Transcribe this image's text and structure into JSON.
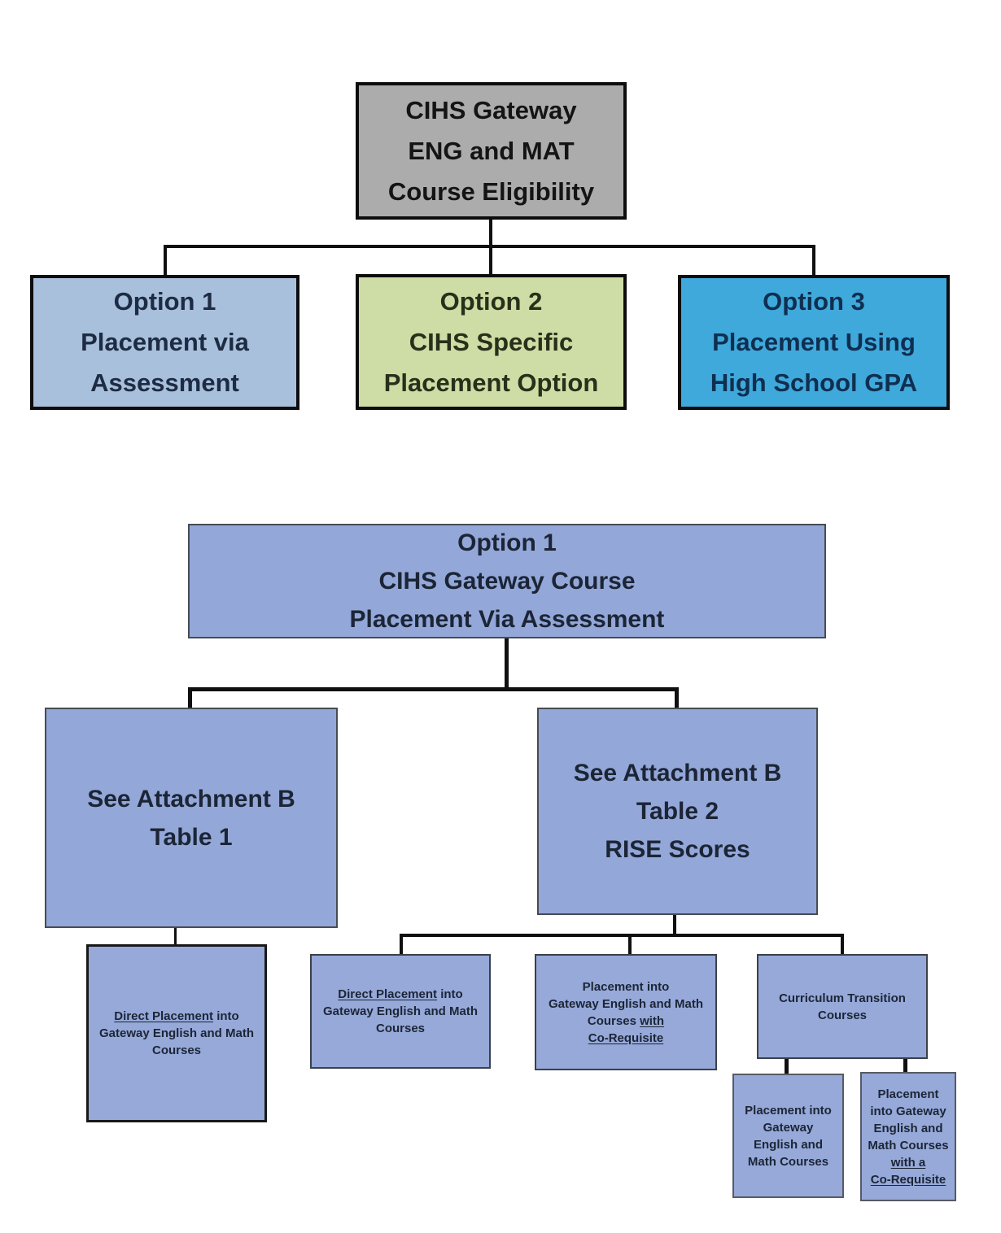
{
  "diagram1": {
    "colors": {
      "root_fill": "#acacac",
      "option1_fill": "#a9c0dd",
      "option2_fill": "#cedca5",
      "option3_fill": "#3fa9dc",
      "border": "#0d0d0d",
      "connector": "#101010"
    },
    "root": {
      "lines": [
        "CIHS Gateway",
        "ENG and MAT",
        "Course Eligibility"
      ]
    },
    "option1": {
      "lines": [
        "Option 1",
        "Placement via",
        "Assessment"
      ]
    },
    "option2": {
      "lines": [
        "Option 2",
        "CIHS Specific",
        "Placement Option"
      ]
    },
    "option3": {
      "lines": [
        "Option 3",
        "Placement Using",
        "High School GPA"
      ]
    }
  },
  "diagram2": {
    "colors": {
      "node_fill": "#96a9d9",
      "text": "#1c2536",
      "connector": "#101010"
    },
    "root": {
      "lines": [
        "Option 1",
        "CIHS Gateway Course",
        "Placement Via Assessment"
      ]
    },
    "table1": {
      "lines": [
        "See Attachment B",
        "Table 1"
      ]
    },
    "table2": {
      "lines": [
        "See Attachment B",
        "Table 2",
        "RISE Scores"
      ]
    },
    "direct_t1": {
      "line1_underlined": "Direct Placement",
      "line1_rest": " into",
      "line2": "Gateway English and Math",
      "line3": "Courses"
    },
    "direct_t2": {
      "line1_underlined": "Direct Placement",
      "line1_rest": " into",
      "line2": "Gateway English and Math",
      "line3": "Courses"
    },
    "coreq": {
      "line1": "Placement into",
      "line2": "Gateway English and Math",
      "line3_pre": "Courses ",
      "line3_underlined": "with",
      "line4_underlined": "Co-Requisite"
    },
    "curriculum": {
      "lines": [
        "Curriculum Transition",
        "Courses"
      ]
    },
    "gateway_child": {
      "lines": [
        "Placement into",
        "Gateway",
        "English and",
        "Math Courses"
      ]
    },
    "coreq_child": {
      "line1": "Placement",
      "line2": "into Gateway",
      "line3": "English and",
      "line4": "Math Courses",
      "line5_underlined": "with a",
      "line6_underlined": "Co-Requisite"
    }
  }
}
